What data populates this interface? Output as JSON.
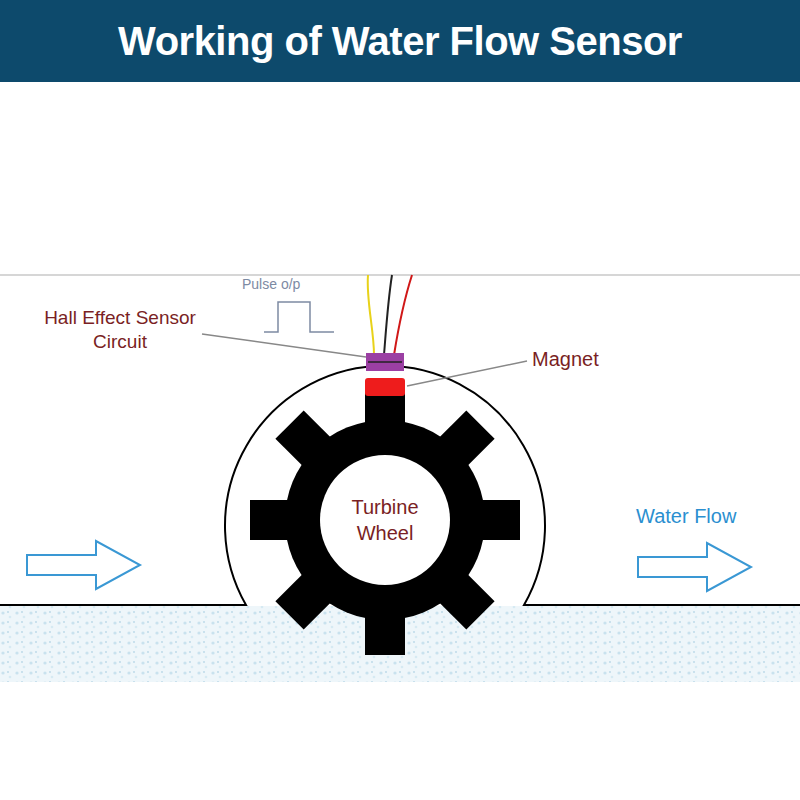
{
  "diagram": {
    "title": "Working of Water Flow Sensor",
    "nodes": [
      {
        "text": [
          "Turbine Wheel"
        ]
      }
    ],
    "labels": [
      "Pulse o/p",
      "Hall Effect Sensor Circuit",
      "Magnet",
      "Water Flow"
    ]
  }
}
